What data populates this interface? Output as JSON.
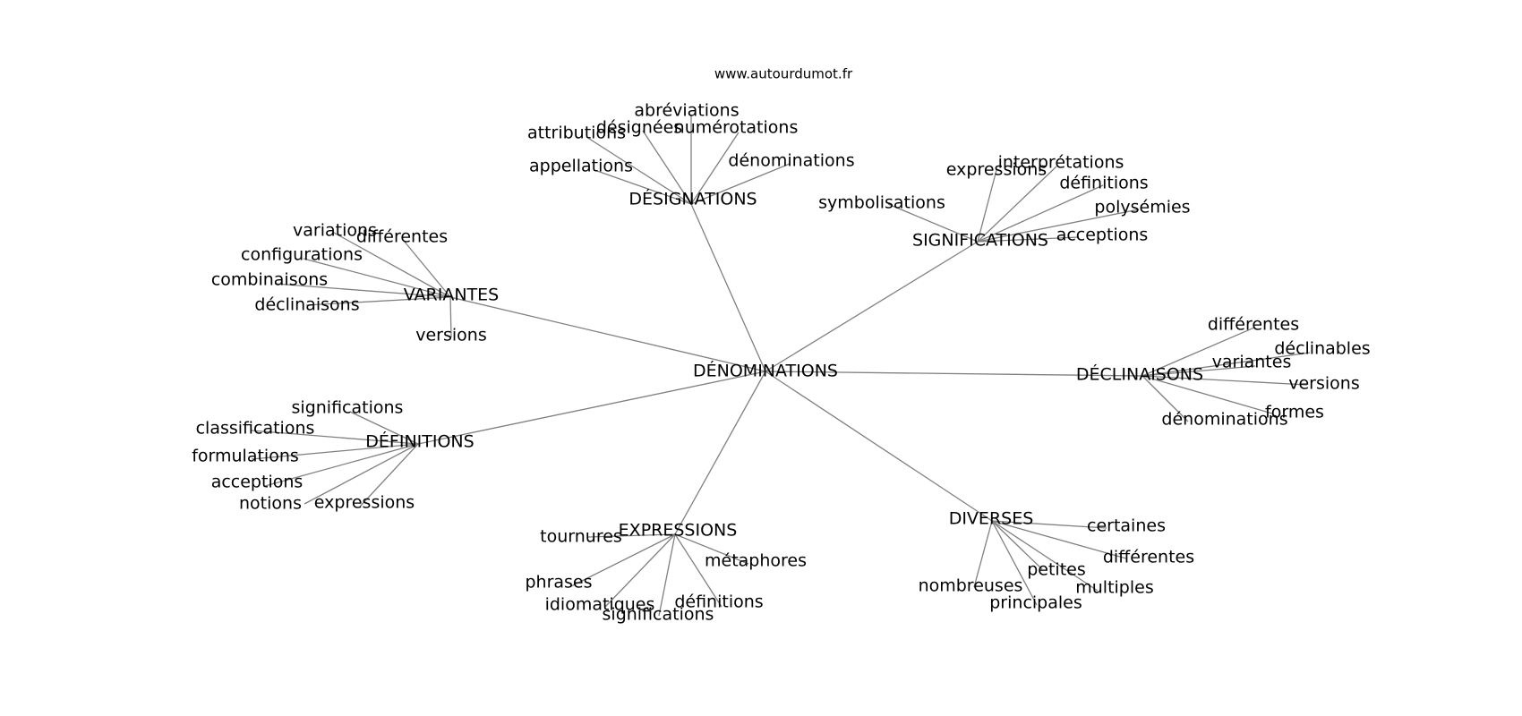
{
  "source": "www.autourdumot.fr",
  "root": "DÉNOMINATIONS",
  "branches": [
    {
      "key": "designations",
      "label": "DÉSIGNATIONS",
      "leaves": [
        "abréviations",
        "attributions",
        "désignées",
        "numérotations",
        "dénominations",
        "appellations"
      ]
    },
    {
      "key": "significations",
      "label": "SIGNIFICATIONS",
      "leaves": [
        "interprétations",
        "expressions",
        "définitions",
        "symbolisations",
        "polysémies",
        "acceptions"
      ]
    },
    {
      "key": "variantes",
      "label": "VARIANTES",
      "leaves": [
        "variations",
        "différentes",
        "configurations",
        "combinaisons",
        "déclinaisons",
        "versions"
      ]
    },
    {
      "key": "declinaisons",
      "label": "DÉCLINAISONS",
      "leaves": [
        "différentes",
        "déclinables",
        "variantes",
        "versions",
        "formes",
        "dénominations"
      ]
    },
    {
      "key": "definitions",
      "label": "DÉFINITIONS",
      "leaves": [
        "significations",
        "classifications",
        "formulations",
        "acceptions",
        "notions",
        "expressions"
      ]
    },
    {
      "key": "expressions",
      "label": "EXPRESSIONS",
      "leaves": [
        "tournures",
        "métaphores",
        "phrases",
        "idiomatiques",
        "définitions",
        "significations"
      ]
    },
    {
      "key": "diverses",
      "label": "DIVERSES",
      "leaves": [
        "certaines",
        "différentes",
        "petites",
        "nombreuses",
        "multiples",
        "principales"
      ]
    }
  ],
  "colors": {
    "edge": "#808080",
    "text": "#000000",
    "background": "#ffffff"
  }
}
